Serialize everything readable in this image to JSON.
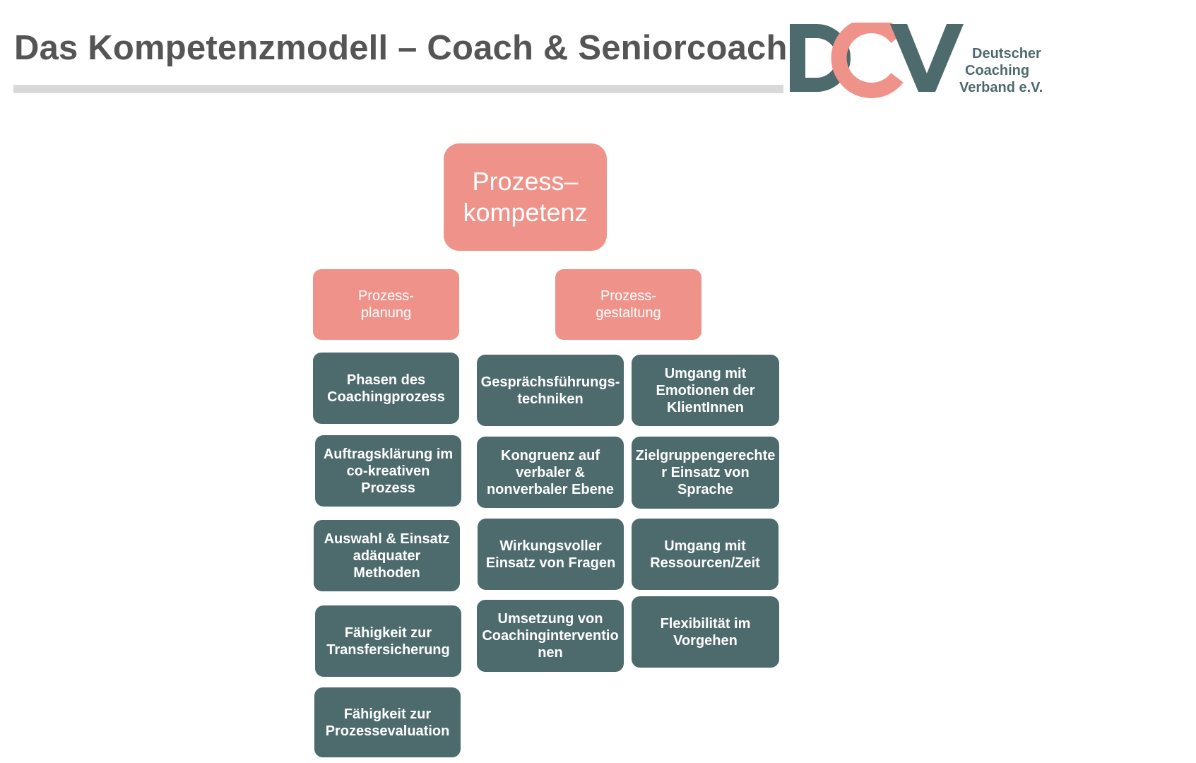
{
  "header": {
    "title": "Das Kompetenzmodell – Coach & Seniorcoach"
  },
  "logo": {
    "letters": "DCV",
    "text_lines": [
      "Deutscher",
      "Coaching",
      "Verband e.V."
    ],
    "colors": {
      "primary": "#4d6a6d",
      "accent": "#ef938a"
    }
  },
  "diagram": {
    "root": "Prozess–\nkompetenz",
    "branches": [
      {
        "label": "Prozess-\nplanung",
        "items": [
          "Phasen des\nCoachingprozess",
          "Auftragsklärung im\nco-kreativen\nProzess",
          "Auswahl & Einsatz\nadäquater Methoden",
          "Fähigkeit zur\nTransfersicherung",
          "Fähigkeit zur\nProzessevaluation"
        ]
      },
      {
        "label": "Prozess-\ngestaltung",
        "items_left": [
          "Gesprächsführungs-\ntechniken",
          "Kongruenz auf\nverbaler &\nnonverbaler Ebene",
          "Wirkungsvoller\nEinsatz von Fragen",
          "Umsetzung von\nCoachinginterventio\nnen"
        ],
        "items_right": [
          "Umgang mit\nEmotionen der\nKlientInnen",
          "Zielgruppengerechte\nr Einsatz von\nSprache",
          "Umgang mit\nRessourcen/Zeit",
          "Flexibilität im\nVorgehen"
        ]
      }
    ],
    "colors": {
      "salmon": "#ef938a",
      "teal": "#4d6a6d"
    }
  }
}
